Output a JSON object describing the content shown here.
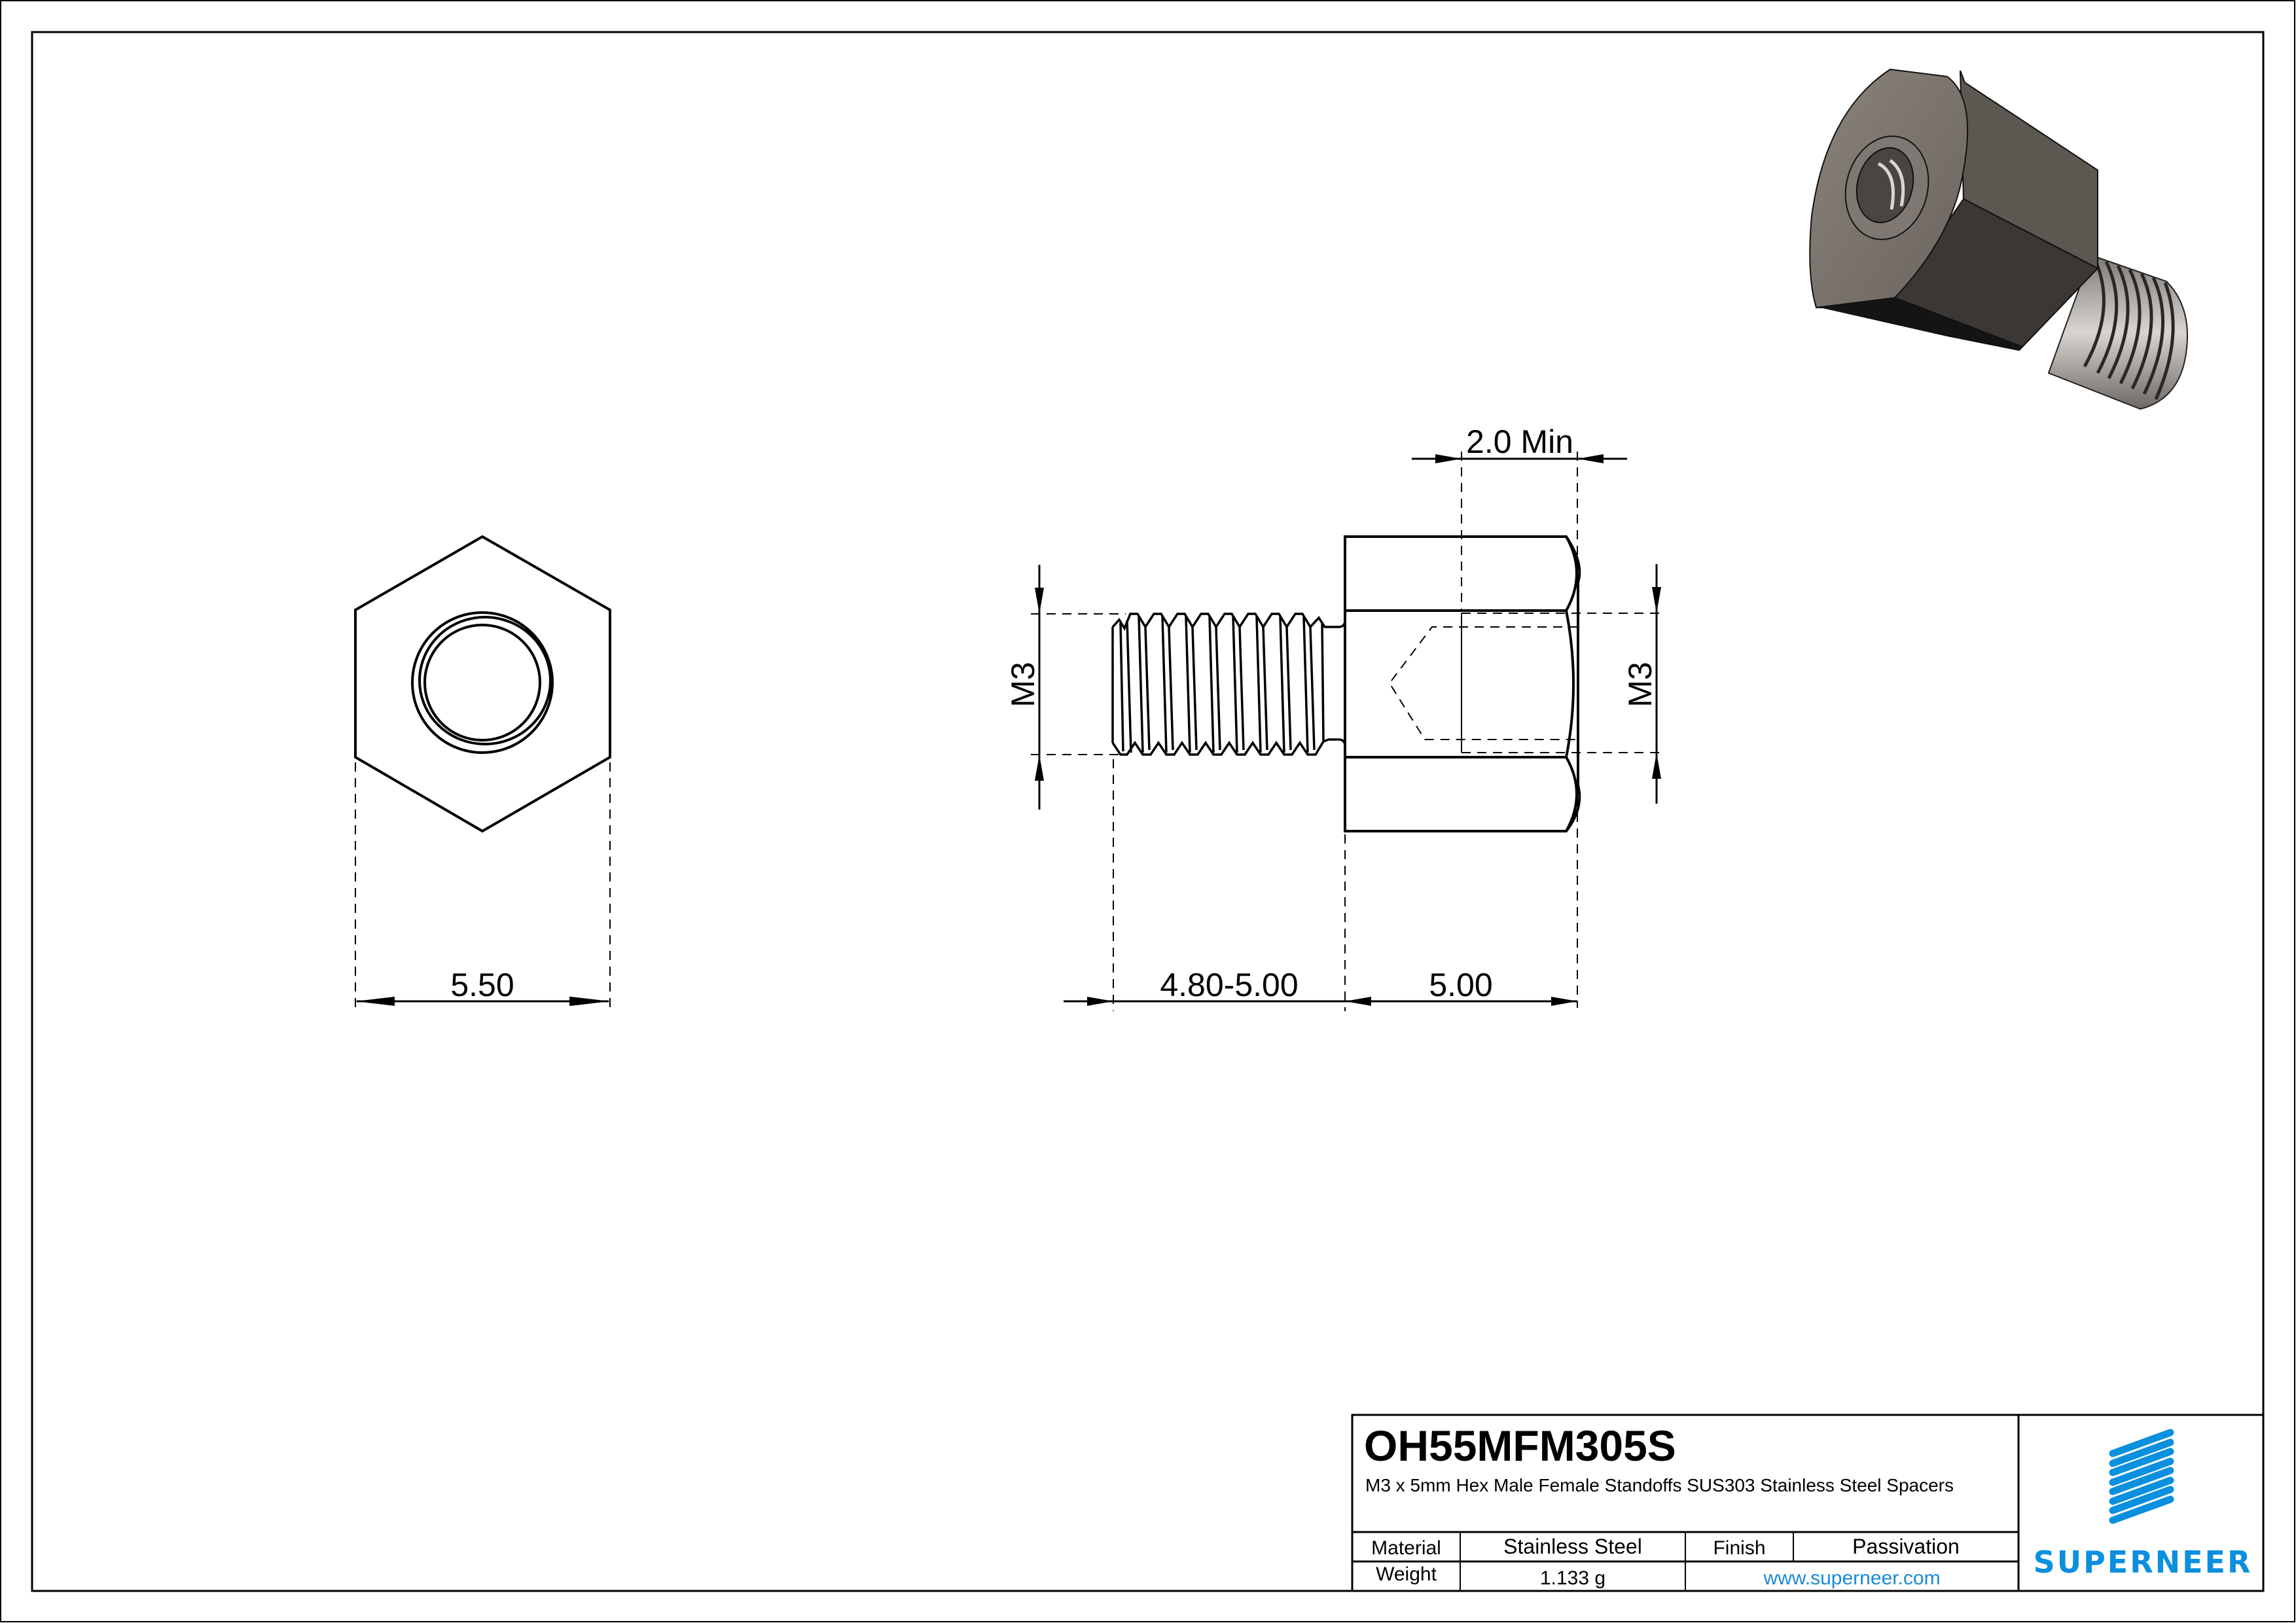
{
  "sheet": {
    "views": {
      "front_view": {
        "across_flats_dimension": "5.50"
      },
      "side_view": {
        "thread_depth_dimension": "2.0 Min",
        "male_thread_label": "M3",
        "female_thread_label": "M3",
        "male_length_dimension": "4.80-5.00",
        "body_length_dimension": "5.00"
      },
      "isometric_view": {
        "description": "3D render of hex male-female standoff"
      }
    },
    "title_block": {
      "part_number": "OH55MFM305S",
      "description": "M3 x 5mm Hex Male Female Standoffs SUS303 Stainless Steel Spacers",
      "material_label": "Material",
      "material_value": "Stainless Steel",
      "finish_label": "Finish",
      "finish_value": "Passivation",
      "weight_label": "Weight",
      "weight_value": "1.133 g",
      "website": "www.superneer.com",
      "logo_text": "SUPERNEER"
    },
    "colors": {
      "brand_blue": "#0B8FDF",
      "link_blue": "#1B8AD6",
      "line": "#000000"
    }
  }
}
